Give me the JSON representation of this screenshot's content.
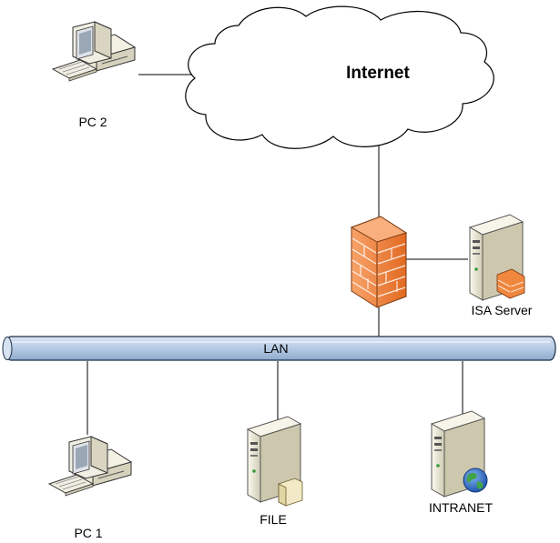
{
  "diagram": {
    "cloud_label": "Internet",
    "bus_label": "LAN",
    "nodes": {
      "pc2": {
        "label": "PC 2",
        "icon": "desktop-pc-icon"
      },
      "pc1": {
        "label": "PC 1",
        "icon": "desktop-pc-icon"
      },
      "firewall": {
        "label": "",
        "icon": "firewall-icon"
      },
      "isa": {
        "label": "ISA Server",
        "icon": "server-firewall-icon"
      },
      "file": {
        "label": "FILE",
        "icon": "file-server-icon"
      },
      "intranet": {
        "label": "INTRANET",
        "icon": "web-server-icon"
      }
    },
    "colors": {
      "bus_fill": "#b9cde6",
      "bus_stroke": "#1f2f4a",
      "firewall": "#f2803a",
      "server_body": "#e9e6d4",
      "line": "#000000"
    }
  }
}
